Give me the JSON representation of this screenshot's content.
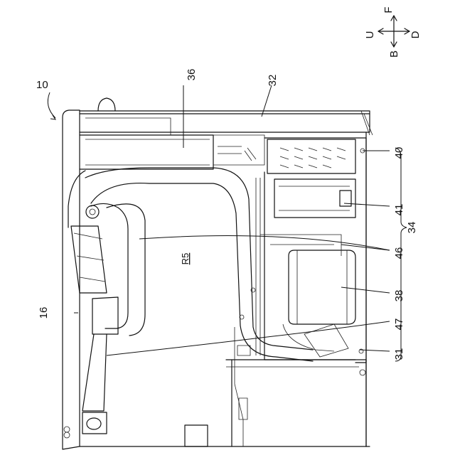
{
  "compass": {
    "up": "U",
    "front": "F",
    "back": "B",
    "down": "D"
  },
  "references": {
    "r10": "10",
    "r16": "16",
    "r31": "31",
    "r32": "32",
    "r34": "34",
    "r36": "36",
    "r38": "38",
    "r40": "40",
    "r41": "41",
    "r46": "46",
    "r47": "47"
  },
  "region_label": "R5"
}
